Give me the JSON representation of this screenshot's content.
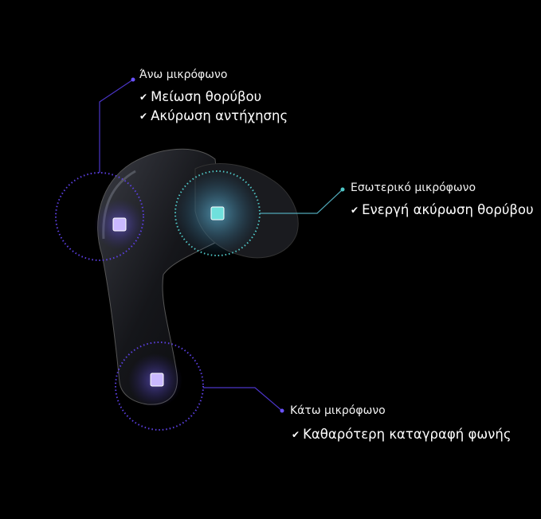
{
  "colors": {
    "background": "#000000",
    "purple": "#5b3fe0",
    "teal": "#4fc7c7"
  },
  "callouts": [
    {
      "title": "Άνω μικρόφωνο",
      "features": [
        "Μείωση θορύβου",
        "Ακύρωση αντήχησης"
      ]
    },
    {
      "title": "Εσωτερικό μικρόφωνο",
      "features": [
        "Ενεργή ακύρωση θορύβου"
      ]
    },
    {
      "title": "Κάτω μικρόφωνο",
      "features": [
        "Καθαρότερη καταγραφή φωνής"
      ]
    }
  ],
  "check_icon": "✔"
}
